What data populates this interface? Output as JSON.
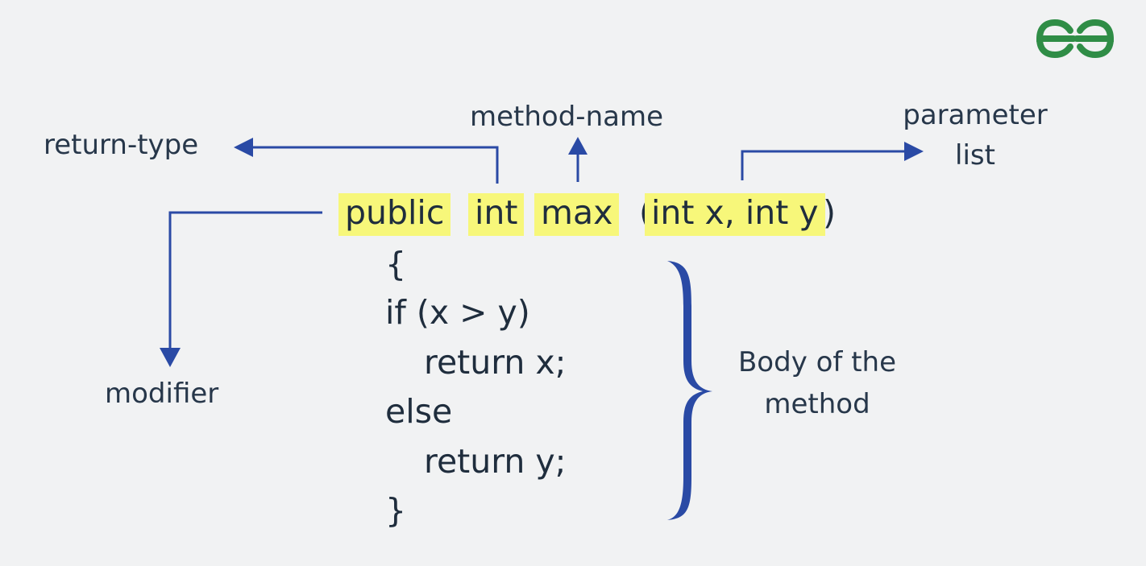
{
  "labels": {
    "method_name": "method-name",
    "return_type": "return-type",
    "parameter_list_line1": "parameter",
    "parameter_list_line2": "list",
    "modifier": "modifier",
    "body_line1": "Body of the",
    "body_line2": "method"
  },
  "signature": {
    "modifier": "public",
    "return_type": "int",
    "method_name": "max",
    "open_paren": "(",
    "parameters": "int x, int y",
    "close_paren": ")"
  },
  "body_lines": {
    "open_brace": "{",
    "if_line": "if (x > y)",
    "return_x": "return x;",
    "else_line": "else",
    "return_y": "return y;",
    "close_brace": "}"
  },
  "logo": {
    "name": "GeeksforGeeks logo",
    "color": "#2f8d46"
  },
  "colors": {
    "arrow": "#2a4aa5",
    "highlight": "#f7f77a",
    "text": "#1f2d3d",
    "background": "#f1f2f3"
  }
}
